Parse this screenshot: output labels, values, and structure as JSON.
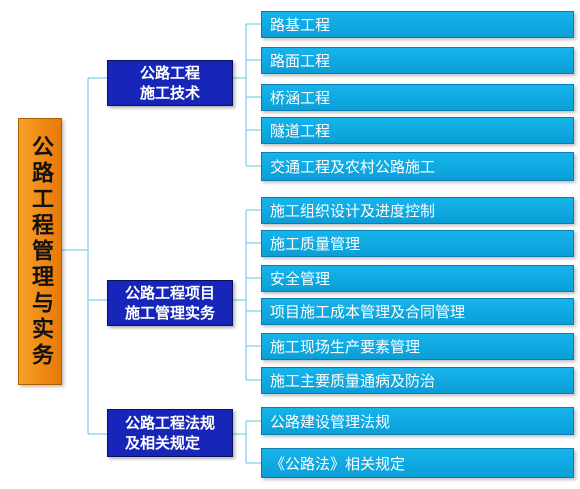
{
  "root": "公路工程管理与实务",
  "categories": [
    {
      "label": "公路工程\n施工技术",
      "items": [
        "路基工程",
        "路面工程",
        "桥涵工程",
        "隧道工程",
        "交通工程及农村公路施工"
      ]
    },
    {
      "label": "公路工程项目\n施工管理实务",
      "items": [
        "施工组织设计及进度控制",
        "施工质量管理",
        "安全管理",
        "项目施工成本管理及合同管理",
        "施工现场生产要素管理",
        "施工主要质量通病及防治"
      ]
    },
    {
      "label": "公路工程法规\n及相关规定",
      "items": [
        "公路建设管理法规",
        "《公路法》相关规定"
      ]
    }
  ],
  "colors": {
    "root_fill": "#f08a12",
    "category_fill": "#1726b8",
    "item_fill": "#12aee6",
    "connector": "#7fd0ee"
  }
}
